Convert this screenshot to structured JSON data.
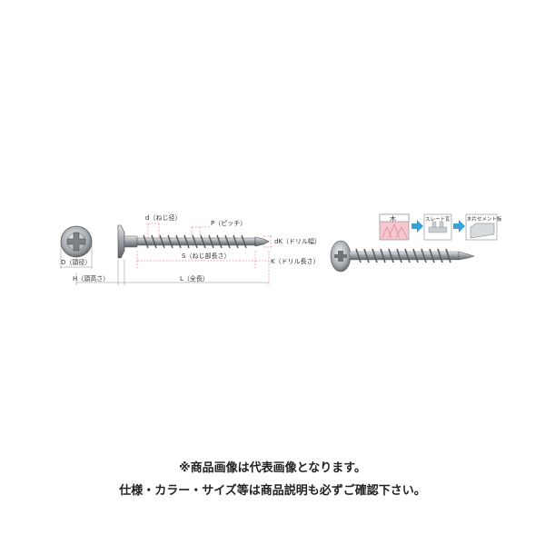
{
  "dimension_labels": {
    "thread_diameter": "d（ねじ径）",
    "pitch": "P（ピッチ）",
    "drill_width": "dK（ドリル幅）",
    "head_diameter": "D（頭径）",
    "thread_length": "S（ねじ部長さ）",
    "drill_length": "K（ドリル長さ）",
    "head_height": "H（頭高さ）",
    "total_length": "L（全長）"
  },
  "materials": {
    "wood": "木",
    "slate": "スレート瓦",
    "cement": "木片セメント板"
  },
  "notes": {
    "line1": "※商品画像は代表画像となります。",
    "line2": "仕様・カラー・サイズ等は商品説明も必ずご確認下さい。"
  },
  "colors": {
    "dimension_line": "#e05a6a",
    "arrow": "#3aa0d8",
    "wood_fill": "#f5c7cf",
    "metal": "#9aa0a6"
  }
}
